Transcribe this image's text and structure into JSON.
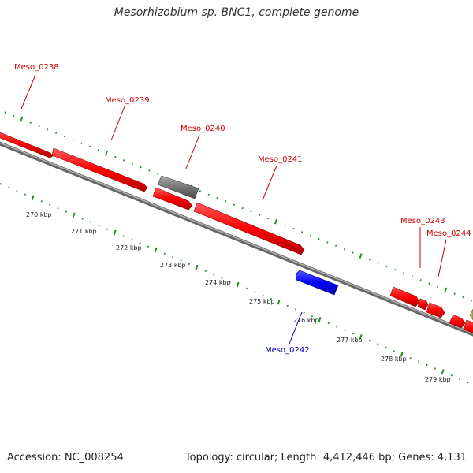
{
  "map": {
    "title": "Mesorhizobium sp. BNC1, complete genome",
    "accession": "Accession: NC_008254",
    "topology": "Topology: circular; Length: 4,412,446 bp; Genes: 4,131"
  },
  "kbp_labels": [
    "270 kbp",
    "271 kbp",
    "272 kbp",
    "273 kbp",
    "274 kbp",
    "275 kbp",
    "276 kbp",
    "277 kbp",
    "278 kbp",
    "279 kbp"
  ],
  "genes": [
    {
      "label": "Meso_0238",
      "strand": "forward",
      "color": "#ff0000"
    },
    {
      "label": "Meso_0239",
      "strand": "forward",
      "color": "#ff0000"
    },
    {
      "label": "Meso_0240",
      "strand": "forward",
      "color": "#777777"
    },
    {
      "label": "Meso_0241",
      "strand": "forward",
      "color": "#ff0000"
    },
    {
      "label": "Meso_0242",
      "strand": "reverse",
      "color": "#0000ff"
    },
    {
      "label": "Meso_0243",
      "strand": "forward",
      "color": "#ff0000"
    },
    {
      "label": "Meso_0244",
      "strand": "forward",
      "color": "#ff0000"
    }
  ],
  "colors": {
    "forward_gene": "#ff0000",
    "forward_label": "#cc0000",
    "reverse_gene": "#0000ff",
    "reverse_label": "#0000aa",
    "other_gene": "#777777",
    "backbone": "#888888",
    "tick": "#228b22"
  }
}
